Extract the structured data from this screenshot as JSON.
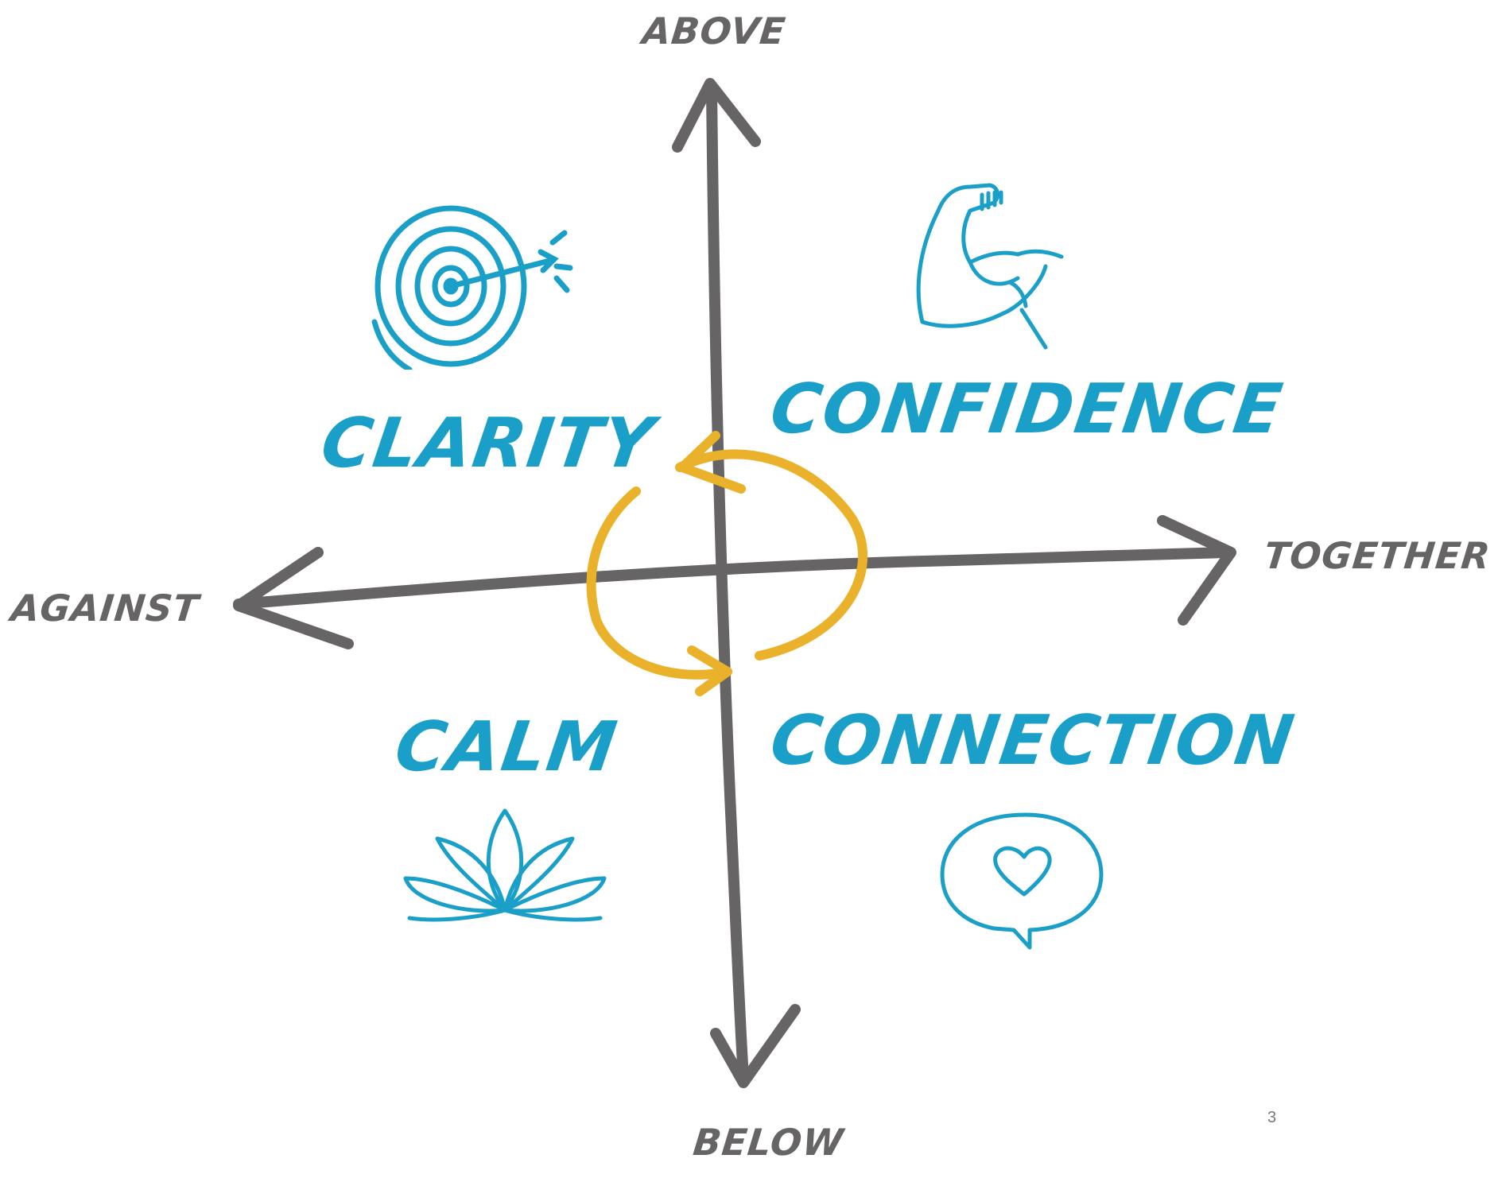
{
  "colors": {
    "axis": "#666464",
    "accent": "#1aa0c8",
    "cycle": "#eab22a",
    "page_number": "#777777"
  },
  "axes": {
    "top": "ABOVE",
    "bottom": "BELOW",
    "left": "AGAINST",
    "right": "TOGETHER"
  },
  "quadrants": {
    "top_left": {
      "label": "CLARITY",
      "icon": "target-icon"
    },
    "top_right": {
      "label": "CONFIDENCE",
      "icon": "flexed-arm-icon"
    },
    "bottom_left": {
      "label": "CALM",
      "icon": "lotus-icon"
    },
    "bottom_right": {
      "label": "CONNECTION",
      "icon": "heart-speech-bubble-icon"
    }
  },
  "cycle": {
    "icon": "cycle-arrows-icon"
  },
  "page_number": "3"
}
